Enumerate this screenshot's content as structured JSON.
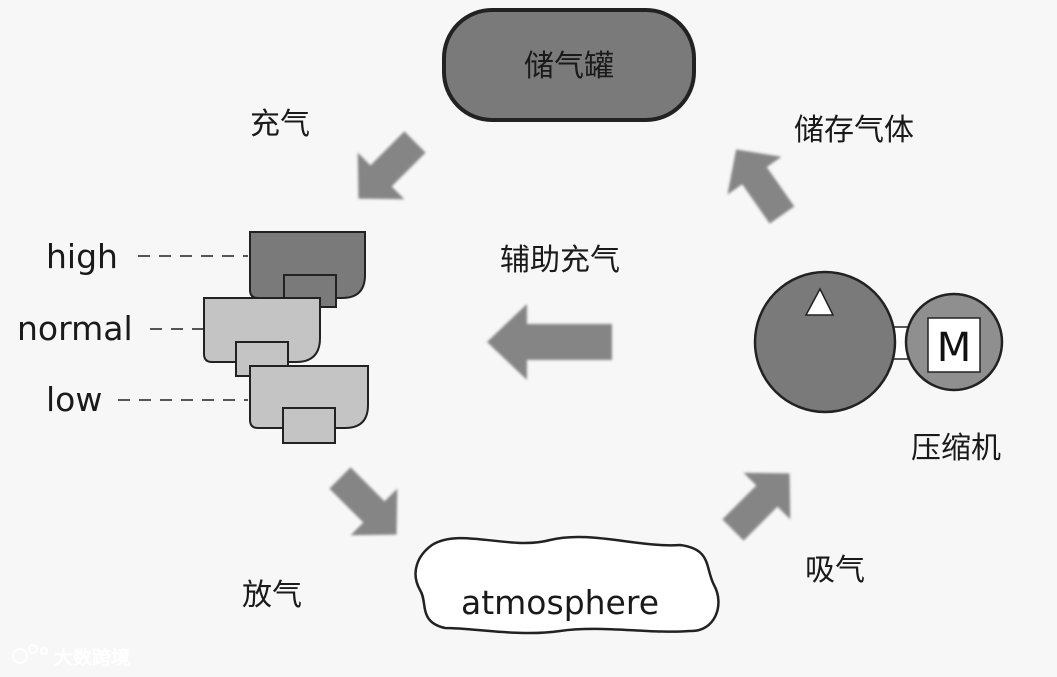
{
  "tank": {
    "label": "储气罐"
  },
  "labels": {
    "charge": "充气",
    "store": "储存气体",
    "aux_charge": "辅助充气",
    "compressor": "压缩机",
    "intake": "吸气",
    "release": "放气",
    "atmosphere": "atmosphere"
  },
  "levels": {
    "high": "high",
    "normal": "normal",
    "low": "low"
  },
  "motor": {
    "label": "M"
  },
  "watermark": {
    "text": "大数跨境"
  },
  "colors": {
    "dark_gray": "#7a7a7a",
    "mid_gray": "#8f8f8f",
    "light_gray": "#c4c4c4",
    "arrow_gray": "#858585",
    "outline": "#222222"
  }
}
